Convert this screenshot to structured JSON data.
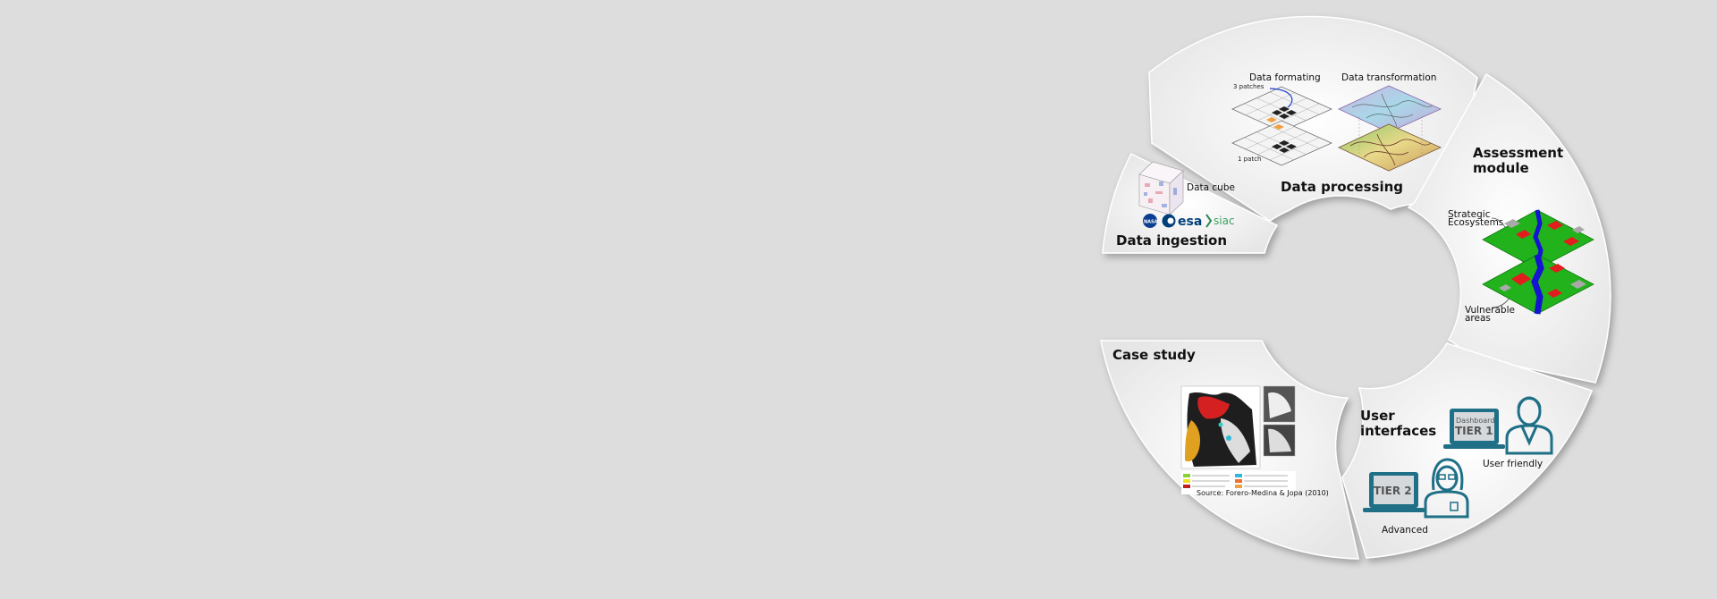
{
  "modules": {
    "data_processing": {
      "title": "Data processing",
      "formatting_label": "Data formating",
      "transformation_label": "Data transformation",
      "patches_top": "3 patches",
      "patches_bottom": "1 patch"
    },
    "data_ingestion": {
      "title": "Data ingestion",
      "cube_label": "Data cube",
      "logos": [
        "NASA",
        "esa",
        "siac"
      ]
    },
    "assessment": {
      "title_line1": "Assessment",
      "title_line2": "module",
      "strategic_line1": "Strategic",
      "strategic_line2": "Ecosystems",
      "vulnerable_line1": "Vulnerable",
      "vulnerable_line2": "areas"
    },
    "user_interfaces": {
      "title_line1": "User",
      "title_line2": "interfaces",
      "tier1_top": "Dashboard",
      "tier1": "TIER 1",
      "tier1_caption": "User friendly",
      "tier2": "TIER 2",
      "tier2_caption": "Advanced"
    },
    "case_study": {
      "title": "Case study",
      "source": "Source: Forero-Medina & Jopa (2010)"
    }
  },
  "colors": {
    "background": "#dcdddc",
    "segment_fill": "#eeeeee",
    "teal_icon": "#1f6f86",
    "green_layer": "#22b21c",
    "river_blue": "#1414d2",
    "vulnerable_red": "#e21d1d",
    "gray_patch": "#a9a9a9"
  },
  "icons": [
    "laptop-icon",
    "man-user-icon",
    "woman-user-icon",
    "data-cube-icon",
    "nasa-logo-icon",
    "esa-logo-icon",
    "siac-logo-icon",
    "grid-layers-icon",
    "map-layers-icon"
  ]
}
